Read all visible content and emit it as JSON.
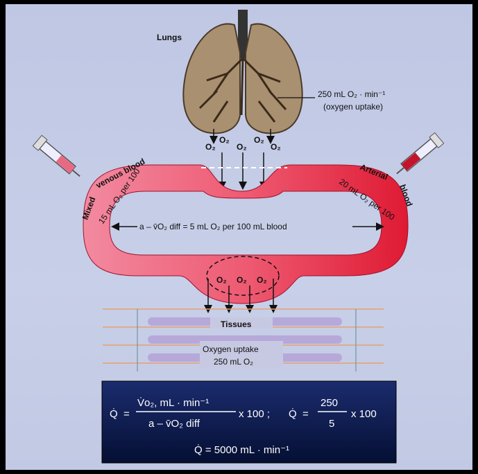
{
  "lungs": {
    "label": "Lungs",
    "uptake_line1": "250 mL O₂ · min⁻¹",
    "uptake_line2": "(oxygen uptake)"
  },
  "o2_label": "O₂",
  "venous": {
    "title_a": "Mixed",
    "title_b": "venous blood",
    "content": "15 mL O₂ per 100"
  },
  "arterial": {
    "title_a": "Arterial",
    "title_b": "blood",
    "content": "20 mL O₂ per 100"
  },
  "diff_label": "a – v̄O₂ diff = 5 mL O₂ per 100 mL blood",
  "tissues": {
    "label": "Tissues",
    "uptake_line1": "Oxygen uptake",
    "uptake_line2": "250 mL O₂"
  },
  "formula": {
    "q_symbol": "Q̇",
    "equals": "=",
    "numerator": "V̇o₂, mL · min⁻¹",
    "denominator": "a – v̄O₂ diff",
    "times100_a": "x 100 ;",
    "numerator2": "250",
    "denominator2": "5",
    "times100_b": "x 100",
    "result": "Q̇ = 5000 mL · min⁻¹"
  },
  "colors": {
    "venous": "#ef6f86",
    "arterial": "#e3122e",
    "formula_bg": "#0a1a4d",
    "tissue_bar": "#b6a9d9"
  }
}
